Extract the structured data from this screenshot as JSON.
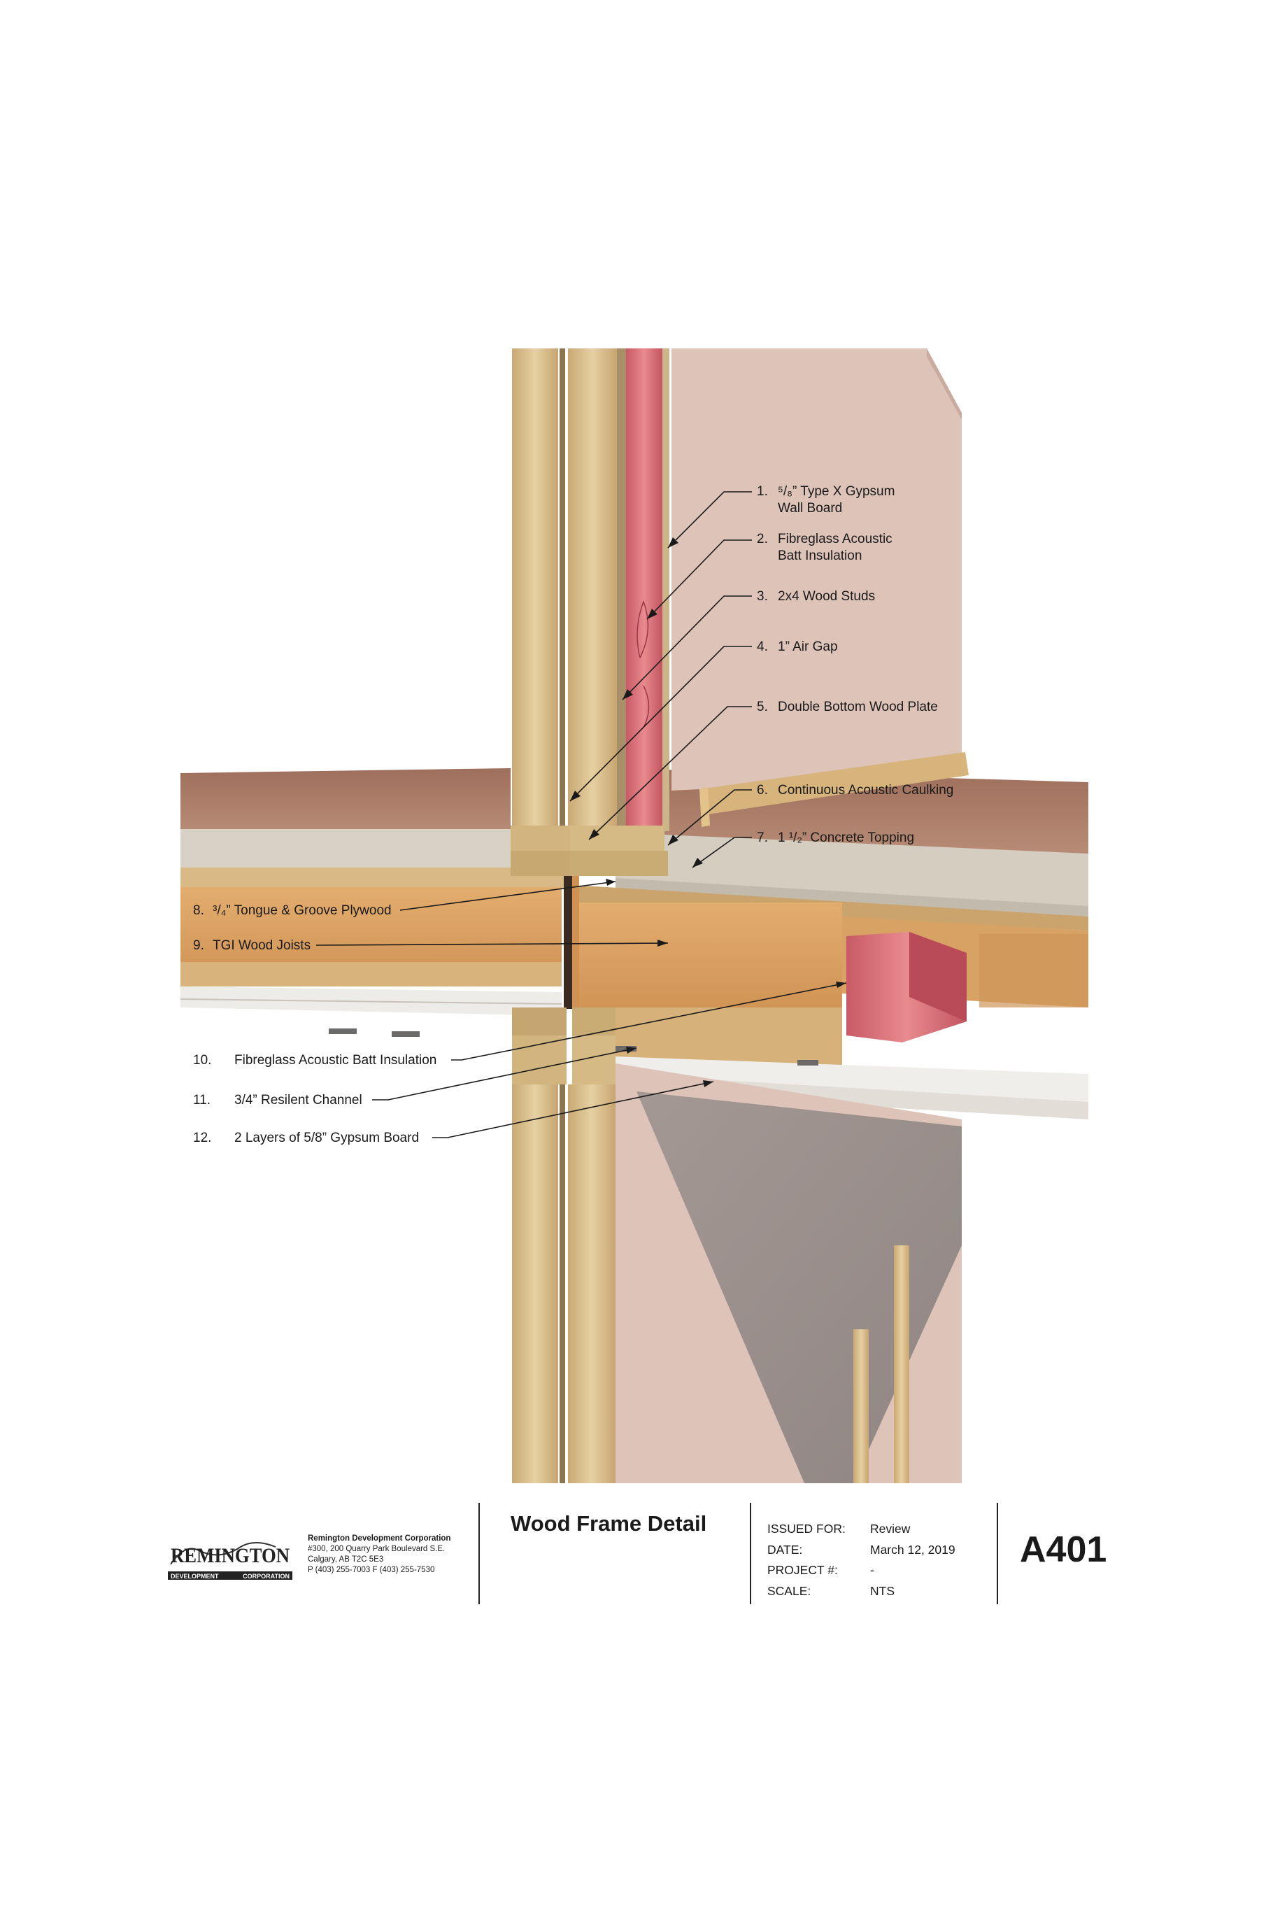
{
  "callouts_upper": [
    {
      "num": "1.",
      "lines": [
        "⁵/₈” Type X Gypsum",
        "Wall Board"
      ]
    },
    {
      "num": "2.",
      "lines": [
        "Fibreglass Acoustic",
        "Batt Insulation"
      ]
    },
    {
      "num": "3.",
      "lines": [
        "2x4 Wood Studs"
      ]
    },
    {
      "num": "4.",
      "lines": [
        "1” Air Gap"
      ]
    },
    {
      "num": "5.",
      "lines": [
        "Double Bottom Wood Plate"
      ]
    },
    {
      "num": "6.",
      "lines": [
        "Continuous Acoustic Caulking"
      ]
    },
    {
      "num": "7.",
      "lines": [
        "1 ¹/₂” Concrete Topping"
      ]
    }
  ],
  "callouts_left": [
    {
      "num": "8.",
      "text": "³/₄” Tongue & Groove Plywood"
    },
    {
      "num": "9.",
      "text": "TGI Wood Joists"
    }
  ],
  "callouts_lower": [
    {
      "num": "10.",
      "text": "Fibreglass Acoustic Batt Insulation"
    },
    {
      "num": "11.",
      "text": "3/4” Resilent Channel"
    },
    {
      "num": "12.",
      "text": "2 Layers of 5/8” Gypsum Board"
    }
  ],
  "title_block": {
    "logo_text": "REMINGTON",
    "logo_sub_left": "DEVELOPMENT",
    "logo_sub_right": "CORPORATION",
    "company_name": "Remington Development Corporation",
    "company_address1": "#300, 200 Quarry Park Boulevard S.E.",
    "company_address2": "Calgary, AB  T2C 5E3",
    "company_phone": "P (403) 255-7003  F (403) 255-7530",
    "sheet_title": "Wood Frame Detail",
    "issued_for_label": "ISSUED FOR:",
    "issued_for_value": "Review",
    "date_label": "DATE:",
    "date_value": "March 12, 2019",
    "project_label": "PROJECT #:",
    "project_value": "-",
    "scale_label": "SCALE:",
    "scale_value": "NTS",
    "sheet_number": "A401"
  },
  "colors": {
    "wood": "#d9bf8c",
    "gypsum": "#ddc3b8",
    "insulation": "#d9737a",
    "osb": "#d9a066",
    "concrete": "#d8d2c6",
    "floor": "#a87b68"
  }
}
